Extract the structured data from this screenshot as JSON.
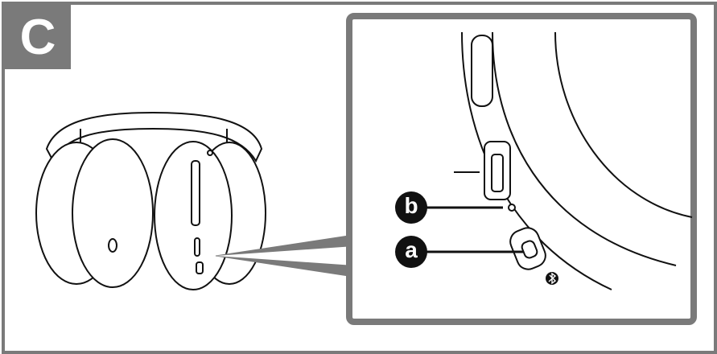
{
  "step": {
    "label": "C"
  },
  "callouts": [
    {
      "id": "b",
      "label": "b"
    },
    {
      "id": "a",
      "label": "a"
    }
  ],
  "colors": {
    "frame": "#7a7a7a",
    "ink": "#111111",
    "background": "#ffffff"
  },
  "icons": [
    "headphones-illustration",
    "bluetooth-icon",
    "power-switch",
    "indicator-led",
    "usb-c-port",
    "audio-jack"
  ]
}
